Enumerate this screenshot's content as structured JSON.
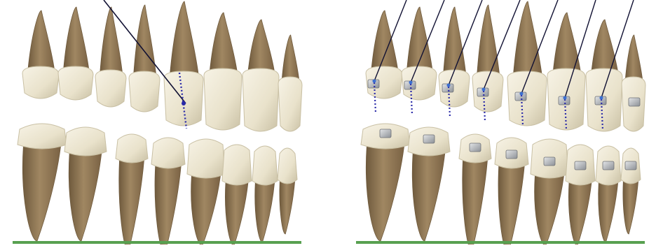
{
  "figure": {
    "panels": [
      {
        "id": "left",
        "label": "",
        "view": "teeth-without-brackets"
      },
      {
        "id": "right",
        "label": "",
        "view": "teeth-with-brackets"
      }
    ],
    "colors": {
      "enamel": "#ece6d2",
      "enamel_shadow": "#c9c0a4",
      "root": "#a08762",
      "root_dark": "#6f5a3d",
      "bracket": "#b9bcc0",
      "pointer_line": "#111133",
      "axis_dots": "#2a2aa8",
      "baseline": "#58a050"
    }
  }
}
